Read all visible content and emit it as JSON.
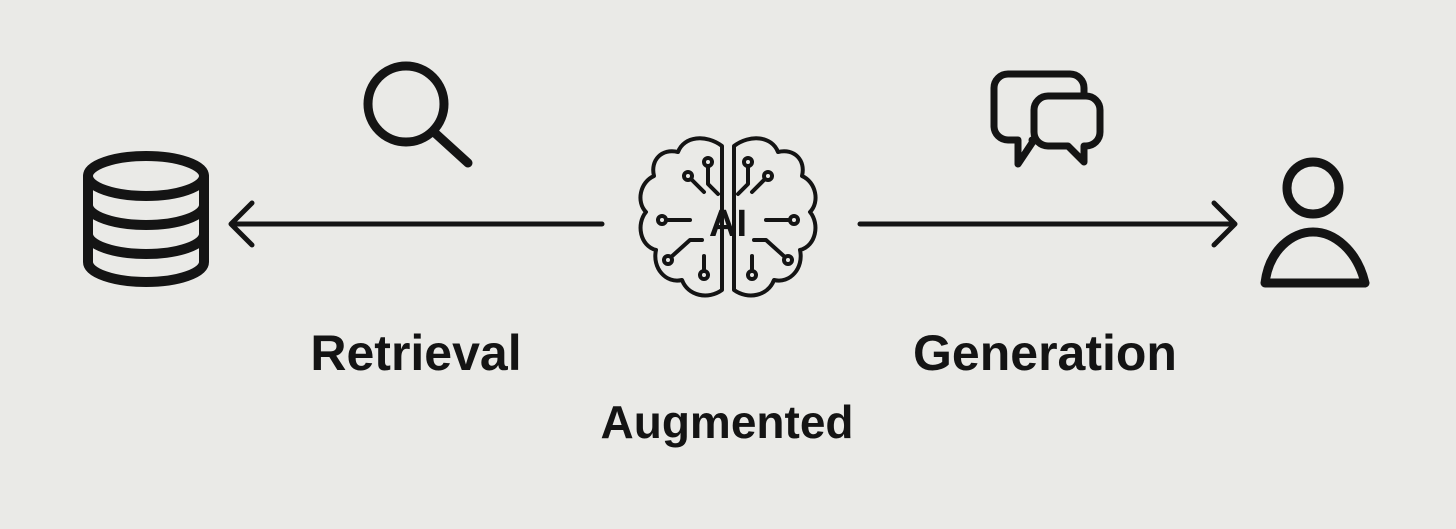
{
  "diagram": {
    "ai_badge": "AI",
    "labels": {
      "retrieval": "Retrieval",
      "augmented": "Augmented",
      "generation": "Generation"
    },
    "icons": {
      "database": "database-icon",
      "search": "search-icon",
      "brain": "brain-ai-icon",
      "chat": "chat-bubbles-icon",
      "user": "user-icon"
    },
    "colors": {
      "background": "#eaeae7",
      "ink": "#141414"
    }
  }
}
